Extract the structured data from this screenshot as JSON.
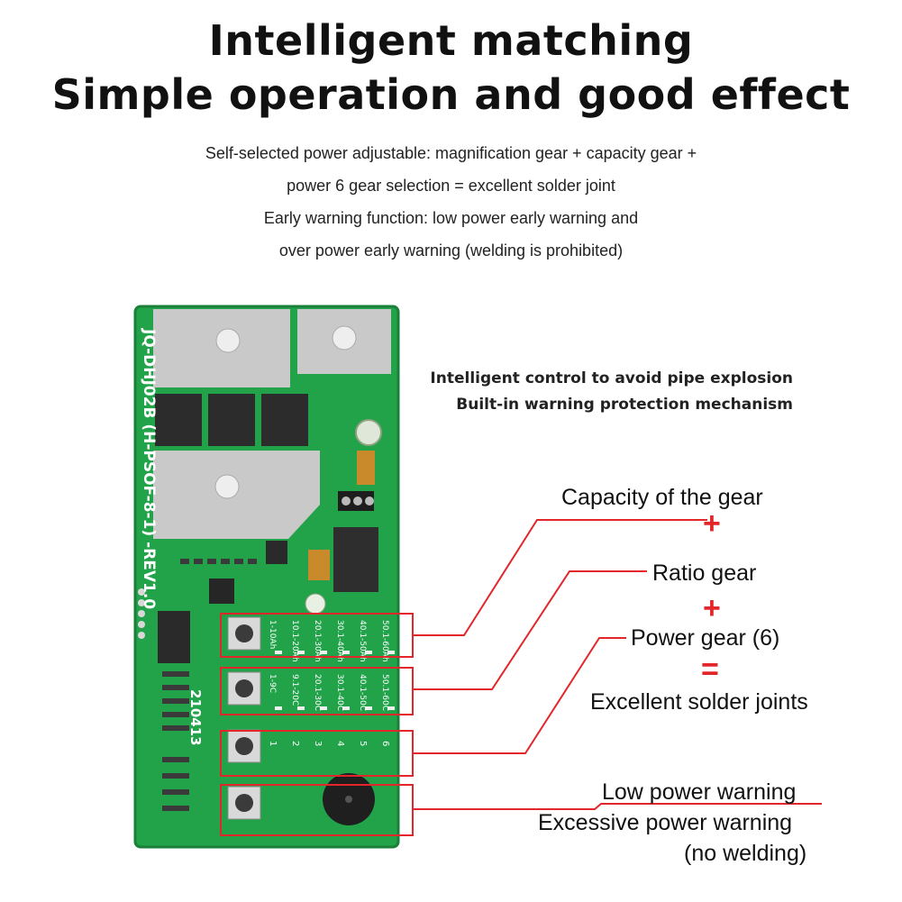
{
  "header": {
    "title_line1": "Intelligent matching",
    "title_line2": "Simple operation and good effect"
  },
  "description": {
    "line1": "Self-selected power adjustable: magnification gear + capacity gear +",
    "line2": "power 6 gear selection = excellent solder joint",
    "line3": "Early warning function: low power early warning and",
    "line4": "over power early warning (welding is prohibited)"
  },
  "protection_note": {
    "line1": "Intelligent control to avoid pipe explosion",
    "line2": "Built-in warning protection mechanism"
  },
  "callouts": {
    "capacity": "Capacity of the gear",
    "ratio": "Ratio gear",
    "power": "Power gear (6)",
    "result": "Excellent solder joints",
    "low_warning": "Low power warning",
    "excess_warning": "Excessive power warning",
    "no_welding": "(no welding)",
    "plus1": "+",
    "plus2": "+",
    "equals": "="
  },
  "board": {
    "model": "JQ-DHJ02B (H-PSOF-8-1) -REV1.0",
    "date_code": "210413",
    "capacity_row": [
      "1-10Ah",
      "10.1-20Ah",
      "20.1-30Ah",
      "30.1-40Ah",
      "40.1-50Ah",
      "50.1-60Ah"
    ],
    "ratio_row": [
      "1-9C",
      "9.1-20C",
      "20.1-30C",
      "30.1-40C",
      "40.1-50C",
      "50.1-60C"
    ],
    "gear_row": [
      "1",
      "2",
      "3",
      "4",
      "5",
      "6"
    ]
  },
  "colors": {
    "pcb_green": "#22a34a",
    "accent_red": "#e3262a",
    "heatsink_gray": "#c9c9c9"
  }
}
